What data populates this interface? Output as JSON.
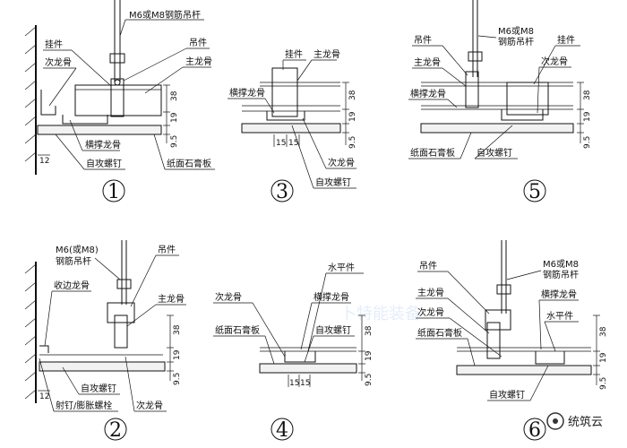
{
  "labels": {
    "rod": "M6或M8钢筋吊杆",
    "hanger_piece": "挂件",
    "secondary_keel": "次龙骨",
    "hanger": "吊件",
    "main_keel": "主龙骨",
    "cross_keel": "横撑龙骨",
    "screw": "自攻螺钉",
    "gypsum_board": "纸面石膏板",
    "rod_alt_1": "M6(或M8)",
    "rod_alt_2": "钢筋吊杆",
    "edge_keel": "收边龙骨",
    "nail": "射钉/膨胀螺栓",
    "level_piece": "水平件",
    "rod_2line_1": "M6或M8",
    "rod_2line_2": "钢筋吊杆"
  },
  "dims": {
    "d38": "38",
    "d19": "19",
    "d95": "9.5",
    "d12": "12",
    "d15": "15"
  },
  "figure_numbers": [
    "1",
    "2",
    "3",
    "4",
    "5",
    "6"
  ],
  "watermark": "卜特能装备",
  "logo_text": "统筑云",
  "colors": {
    "line": "#111111",
    "board_fill": "#f2f2f2",
    "watermark": "#2f6fd6"
  }
}
